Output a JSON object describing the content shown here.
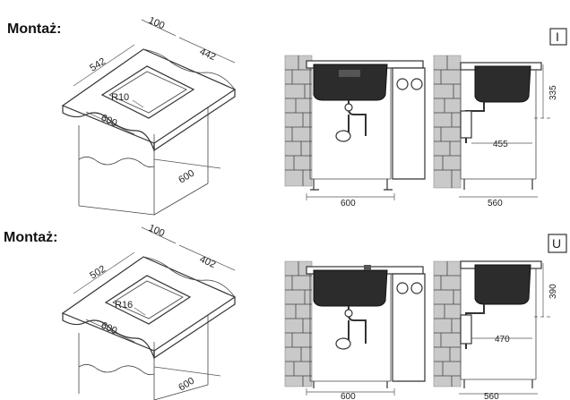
{
  "sections": [
    {
      "title": "Montaż:",
      "badge": "I",
      "plan": {
        "width": "600",
        "depth": "542",
        "edge": "100",
        "cut": "442",
        "radius": "R10",
        "cabinet": "600"
      },
      "front": {
        "cabinet": "600"
      },
      "side": {
        "depth": "560",
        "pipe": "455",
        "height": "335"
      }
    },
    {
      "title": "Montaż:",
      "badge": "U",
      "plan": {
        "width": "600",
        "depth": "502",
        "edge": "100",
        "cut": "402",
        "radius": "R16",
        "cabinet": "600"
      },
      "front": {
        "cabinet": "600"
      },
      "side": {
        "depth": "560",
        "pipe": "470",
        "height": "390"
      }
    }
  ]
}
